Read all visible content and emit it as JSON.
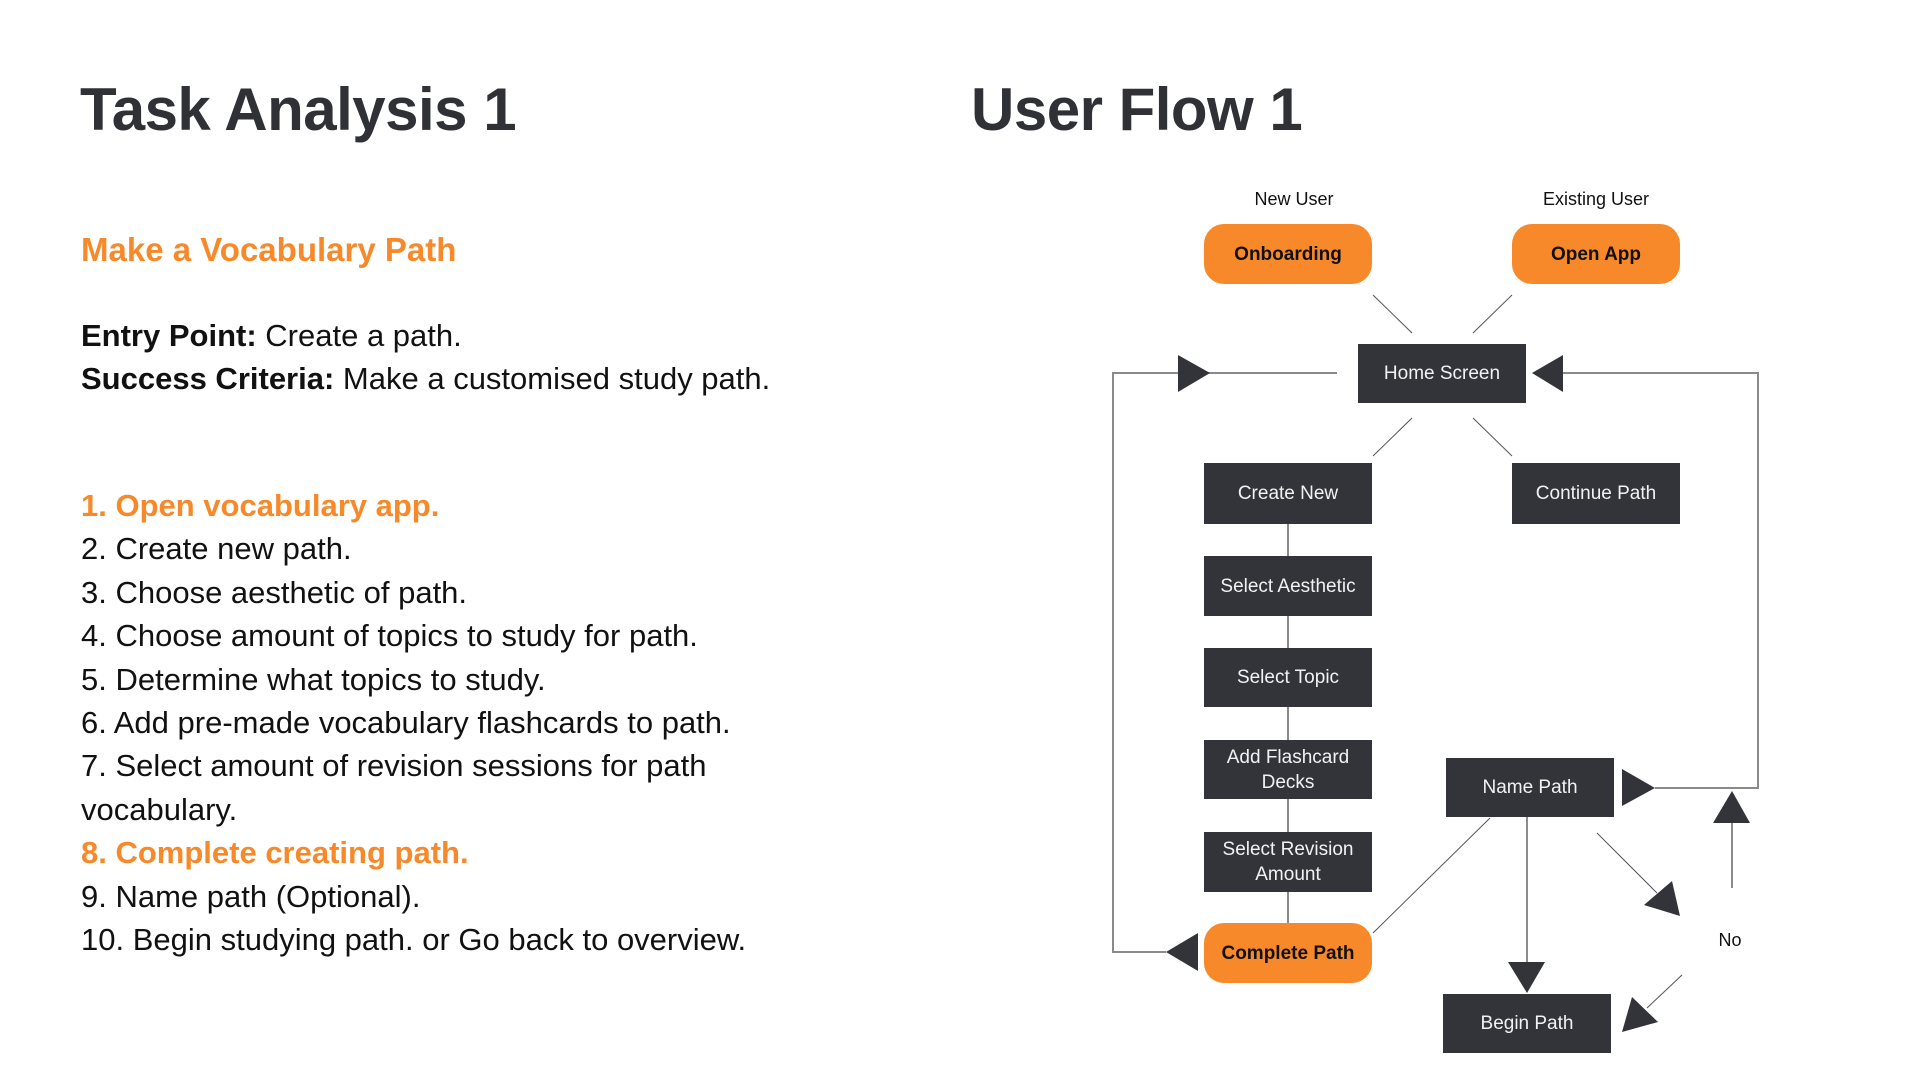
{
  "task_analysis": {
    "title": "Task Analysis 1",
    "task_name": "Make a Vocabulary Path",
    "entry_point_label": "Entry Point:",
    "entry_point_value": " Create a path.",
    "success_criteria_label": "Success Criteria:",
    "success_criteria_value": " Make a customised study path.",
    "steps": [
      {
        "text": "1. Open vocabulary app.",
        "highlight": true
      },
      {
        "text": "2. Create new path.",
        "highlight": false
      },
      {
        "text": "3. Choose aesthetic of path.",
        "highlight": false
      },
      {
        "text": "4. Choose amount of topics to study for path.",
        "highlight": false
      },
      {
        "text": "5. Determine what topics to study.",
        "highlight": false
      },
      {
        "text": "6. Add pre-made vocabulary flashcards to path.",
        "highlight": false
      },
      {
        "text": "7. Select amount of revision sessions for path vocabulary.",
        "highlight": false
      },
      {
        "text": "8. Complete creating path.",
        "highlight": true
      },
      {
        "text": "9. Name path (Optional).",
        "highlight": false
      },
      {
        "text": "10. Begin studying path. or Go back to overview.",
        "highlight": false
      }
    ]
  },
  "user_flow": {
    "title": "User Flow 1",
    "labels": {
      "new_user": "New User",
      "existing_user": "Existing User",
      "no": "No"
    },
    "nodes": {
      "onboarding": "Onboarding",
      "open_app": "Open App",
      "home_screen": "Home Screen",
      "create_new": "Create New",
      "continue_path": "Continue Path",
      "select_aesthetic": "Select Aesthetic",
      "select_topic": "Select Topic",
      "add_flashcard_decks": "Add Flashcard Decks",
      "select_revision_amount": "Select Revision Amount",
      "complete_path": "Complete Path",
      "name_path": "Name Path",
      "begin_path": "Begin Path"
    },
    "edges": [
      [
        "onboarding",
        "home_screen"
      ],
      [
        "open_app",
        "home_screen"
      ],
      [
        "home_screen",
        "create_new"
      ],
      [
        "home_screen",
        "continue_path"
      ],
      [
        "create_new",
        "select_aesthetic"
      ],
      [
        "select_aesthetic",
        "select_topic"
      ],
      [
        "select_topic",
        "add_flashcard_decks"
      ],
      [
        "add_flashcard_decks",
        "select_revision_amount"
      ],
      [
        "select_revision_amount",
        "complete_path"
      ],
      [
        "complete_path",
        "home_screen"
      ],
      [
        "complete_path",
        "name_path"
      ],
      [
        "name_path",
        "begin_path"
      ],
      [
        "name_path",
        "home_screen"
      ],
      [
        "name_path",
        "no"
      ],
      [
        "no",
        "begin_path"
      ],
      [
        "no",
        "home_screen"
      ]
    ]
  },
  "colors": {
    "accent": "#F7892A",
    "node_dark": "#323439",
    "heading": "#2f3136",
    "connector": "#8a8a8a"
  }
}
